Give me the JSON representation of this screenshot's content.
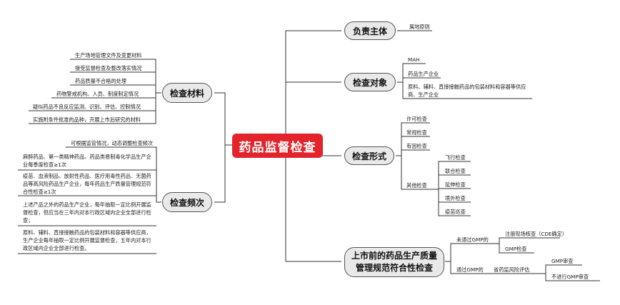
{
  "root": "药品监督检查",
  "left": {
    "materials": {
      "label": "检查材料",
      "items": [
        "生产场地管理文件及变更材料",
        "接受监督检查及整改落实情况",
        "药品质量不合格的处理",
        "药物警戒机构、人员、制度制定情况",
        "疑似药品不良反应监测、识别、评估、控制情况",
        "实施附条件批准的品种，开展上市后研究的材料"
      ]
    },
    "frequency": {
      "label": "检查频次",
      "items": [
        "可根据监管情况，动态调整检查频次",
        "麻醉药品、第一类精神药品、药品类易制毒化学品生产企业每季度检查≥1次",
        "疫苗、血液制品、放射性药品、医疗用毒性药品、无菌药品等高风险药品生产企业，每年药品生产质量管理规范符合性检查≥1次",
        "上述产品之外的药品生产企业，每年抽取一定比例开展监督检查，但应当在三年内对本行政区域内企业全部进行检查；",
        "原料、辅料、直接接触药品的包装材料和容器等供应商，生产企业每年抽取一定比例开展监督检查，五年内对本行政区域内企业全部进行检查。"
      ]
    }
  },
  "right": {
    "subject": {
      "label": "负责主体",
      "items": [
        "属地原则"
      ]
    },
    "target": {
      "label": "检查对象",
      "items": [
        "MAH",
        "药品生产企业",
        "原料、辅料、直接接触药品的包装材料和容器等供应商、生产企业"
      ]
    },
    "form": {
      "label": "检查形式",
      "items": [
        "许可检查",
        "常规检查",
        "有因检查"
      ],
      "other_label": "其他检查",
      "other_items": [
        "飞行检查",
        "联合检查",
        "延伸检查",
        "境外检查",
        "疫苗巡查"
      ]
    },
    "gmp": {
      "label_line1": "上市前的药品生产质量",
      "label_line2": "管理规范符合性检查",
      "not_passed": {
        "label": "未通过GMP的",
        "items": [
          "注册现场核查（CDE确定）",
          "GMP检查"
        ]
      },
      "passed": {
        "label": "通过GMP的",
        "sub_label": "省药监风险评估",
        "items": [
          "GMP审查",
          "不进行GMP审查"
        ]
      }
    }
  }
}
